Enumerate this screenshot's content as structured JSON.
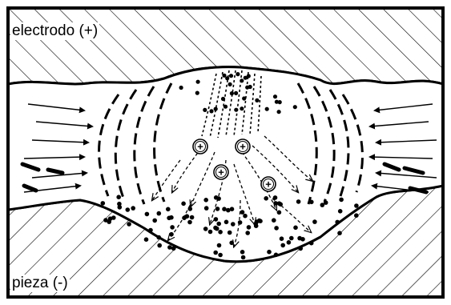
{
  "labels": {
    "electrode": "electrodo (+)",
    "workpiece": "pieza (-)"
  },
  "ions": {
    "symbol": "+",
    "count": 4
  },
  "colors": {
    "ink": "#000000",
    "background": "#ffffff"
  },
  "icons": [
    "positive-ion-icon",
    "flow-arrow-icon",
    "particle-dot-icon"
  ]
}
